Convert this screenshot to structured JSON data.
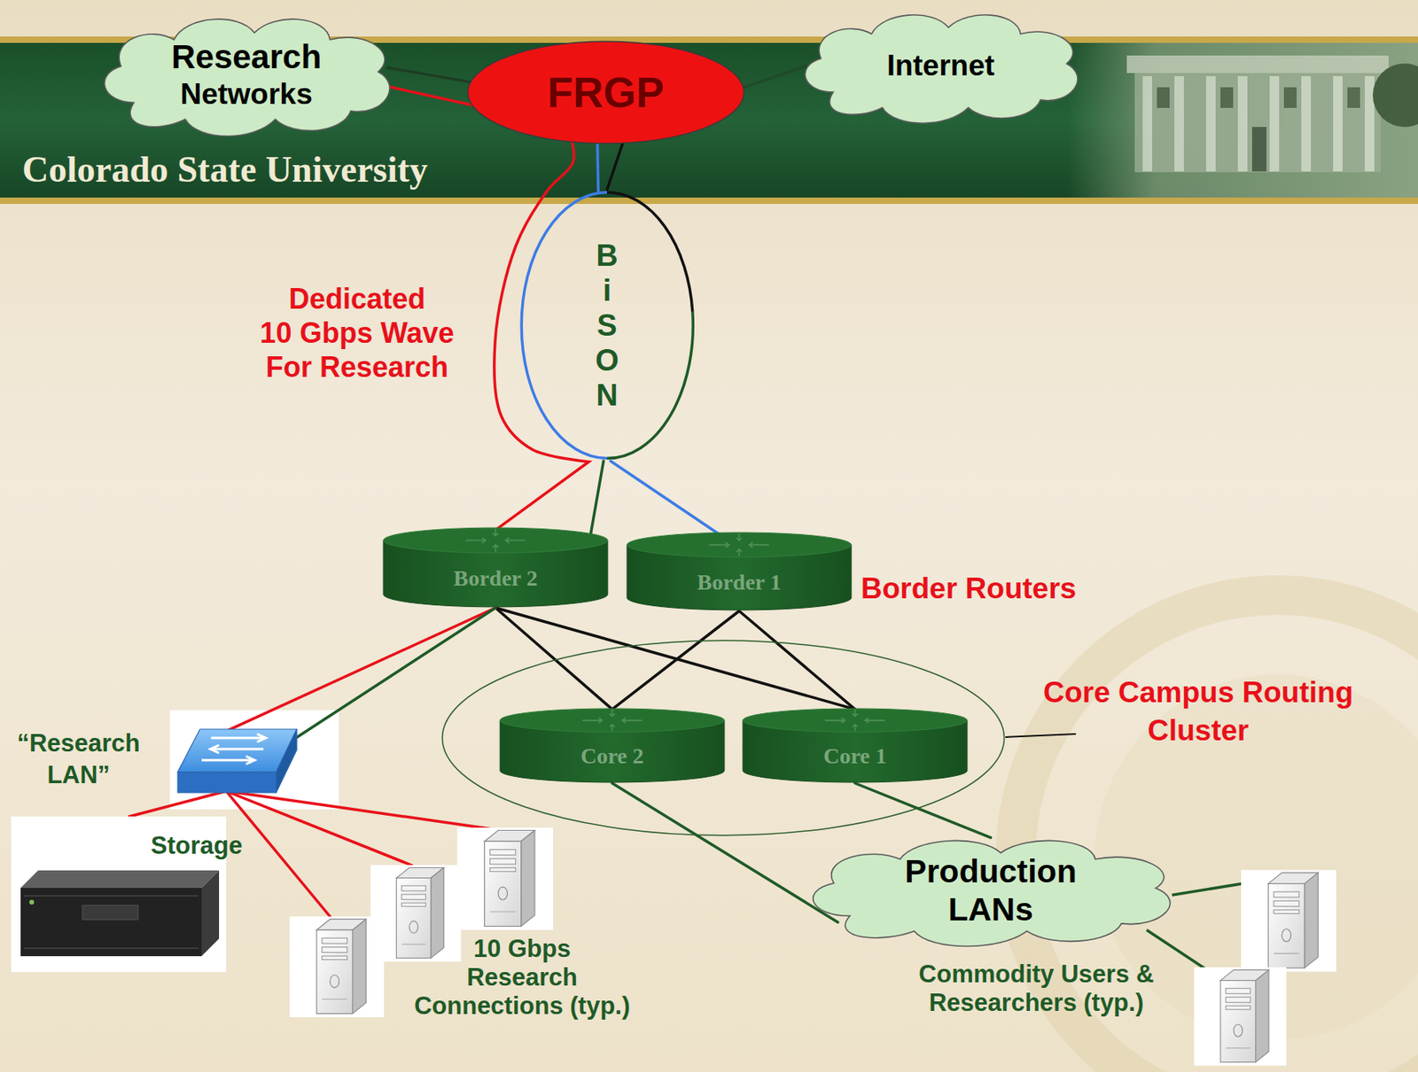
{
  "diagram": {
    "nodes": [
      {
        "text": [
          "Research",
          "Networks"
        ]
      },
      {
        "text": [
          "FRGP"
        ]
      },
      {
        "text": [
          "Internet"
        ]
      },
      {
        "text": [
          "BiSON"
        ]
      },
      {
        "text": [
          "Border 2"
        ]
      },
      {
        "text": [
          "Border 1"
        ]
      },
      {
        "text": [
          "Core Campus Routing Cluster"
        ]
      },
      {
        "text": [
          "Core 2"
        ],
        "in": 6
      },
      {
        "text": [
          "Core 1"
        ],
        "in": 6
      },
      {
        "text": [
          "“Research LAN”"
        ]
      },
      {
        "text": [
          "Storage"
        ]
      },
      {
        "text": [
          "Production LANs"
        ]
      }
    ],
    "edges": [
      {
        "from": 0,
        "to": 1,
        "arrow": "none"
      },
      {
        "from": 0,
        "to": 1,
        "arrow": "none"
      },
      {
        "from": 1,
        "to": 2,
        "arrow": "none"
      },
      {
        "from": 1,
        "to": 3,
        "arrow": "none"
      },
      {
        "from": 1,
        "to": 3,
        "arrow": "none"
      },
      {
        "from": 1,
        "to": 4,
        "arrow": "none"
      },
      {
        "from": 3,
        "to": 4,
        "arrow": "none"
      },
      {
        "from": 3,
        "to": 5,
        "arrow": "none"
      },
      {
        "from": 4,
        "to": 7,
        "arrow": "none"
      },
      {
        "from": 4,
        "to": 8,
        "arrow": "none"
      },
      {
        "from": 5,
        "to": 7,
        "arrow": "none"
      },
      {
        "from": 5,
        "to": 8,
        "arrow": "none"
      },
      {
        "from": 4,
        "to": 9,
        "arrow": "none"
      },
      {
        "from": 4,
        "to": 9,
        "arrow": "none"
      },
      {
        "from": 9,
        "to": 10,
        "arrow": "none"
      },
      {
        "from": 7,
        "to": 11,
        "arrow": "none"
      },
      {
        "from": 8,
        "to": 11,
        "arrow": "none"
      }
    ],
    "labels": [
      "Colorado State University",
      "Dedicated 10 Gbps Wave For Research",
      "Border Routers",
      "10 Gbps Research Connections (typ.)",
      "Commodity Users & Researchers (typ.)"
    ]
  }
}
